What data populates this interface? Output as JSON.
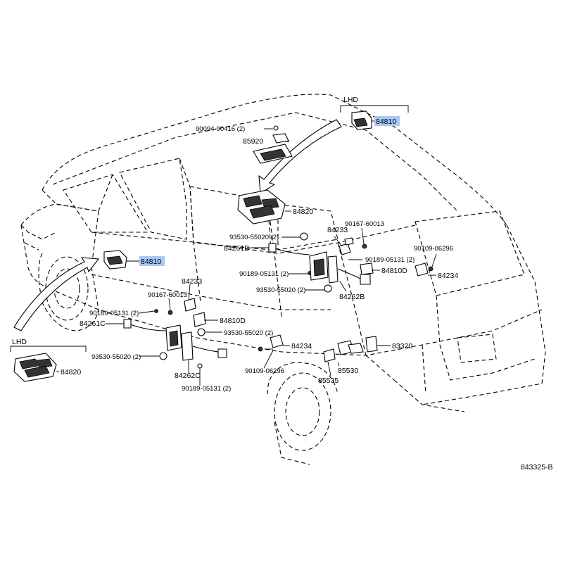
{
  "diagram": {
    "reference_id": "843325-B",
    "region_labels": {
      "lhd_top": "LHD",
      "lhd_left": "LHD"
    },
    "highlight_color": "#a9c8f2",
    "parts": {
      "p84810_top": "84810",
      "p84810_mid": "84810",
      "p84820_center": "84820",
      "p84820_left": "84820",
      "p90094_90416": "90094-90416 (2)",
      "p85920": "85920",
      "p93530_55020_a": "93530-55020 (2)",
      "p84261B": "84261B",
      "p90189_05131_a": "90189-05131 (2)",
      "p93530_55020_b": "93530-55020 (2)",
      "p84233_a": "84233",
      "p90167_60013_a": "90167-60013",
      "p90189_05131_b": "90189-05131 (2)",
      "p84810D_a": "84810D",
      "p84262B": "84262B",
      "p90109_06296_a": "90109-06296",
      "p84234_a": "84234",
      "p84233_b": "84233",
      "p90167_60013_b": "90167-60013",
      "p90189_05131_c": "90189-05131 (2)",
      "p84261C": "84261C",
      "p84810D_b": "84810D",
      "p93530_55020_c": "93530-55020 (2)",
      "p93530_55020_d": "93530-55020 (2)",
      "p84234_b": "84234",
      "p90109_06296_b": "90109-06296",
      "p84262C": "84262C",
      "p90189_05131_d": "90189-05131 (2)",
      "p33320": "83320",
      "p85530": "85530",
      "p85535": "85535"
    }
  }
}
